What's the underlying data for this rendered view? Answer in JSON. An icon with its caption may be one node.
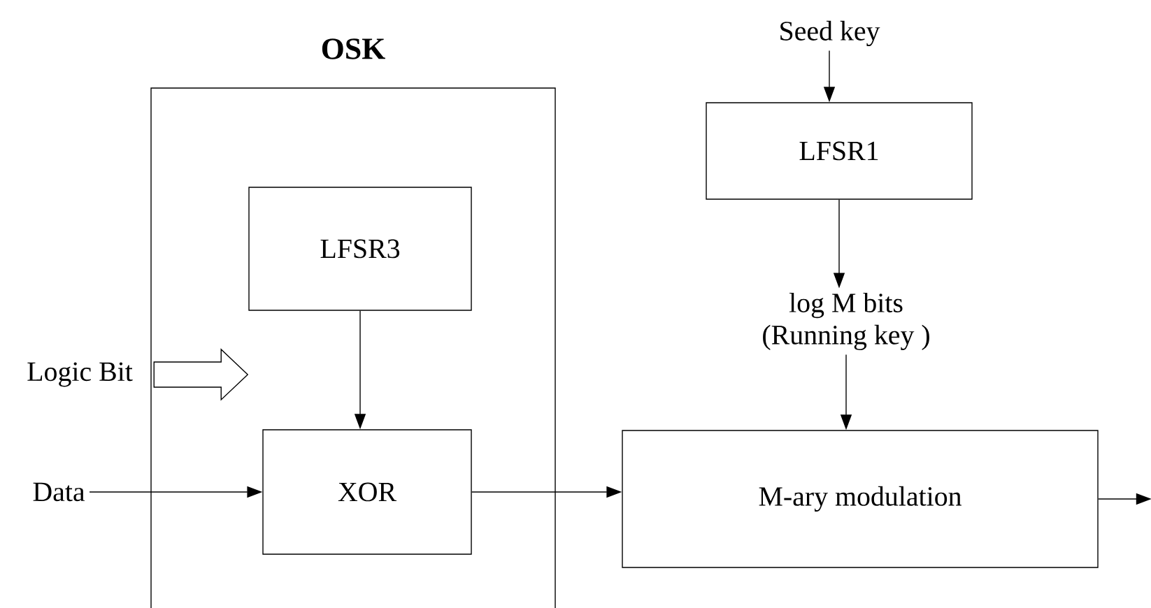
{
  "diagram": {
    "nodes": [
      {
        "text": [
          "OSK"
        ]
      },
      {
        "text": [
          "LFSR3"
        ],
        "in": 0
      },
      {
        "text": [
          "XOR"
        ],
        "in": 0
      },
      {
        "text": [
          "Data"
        ]
      },
      {
        "text": [
          "Logic Bit"
        ]
      },
      {
        "text": [
          "Seed key"
        ]
      },
      {
        "text": [
          "LFSR1"
        ]
      },
      {
        "text": [
          "log M bits (Running key )"
        ]
      },
      {
        "text": [
          "M-ary modulation"
        ]
      }
    ],
    "edges": [
      {
        "from": 3,
        "to": 2,
        "arrow": "to"
      },
      {
        "from": 4,
        "to": null,
        "arrow": "to"
      },
      {
        "from": 1,
        "to": 2,
        "arrow": "to"
      },
      {
        "from": 2,
        "to": 8,
        "arrow": "to"
      },
      {
        "from": 5,
        "to": 6,
        "arrow": "to"
      },
      {
        "from": 6,
        "to": 7,
        "arrow": "to"
      },
      {
        "from": 7,
        "to": 8,
        "arrow": "to"
      },
      {
        "from": 8,
        "to": null,
        "arrow": "to"
      }
    ]
  }
}
